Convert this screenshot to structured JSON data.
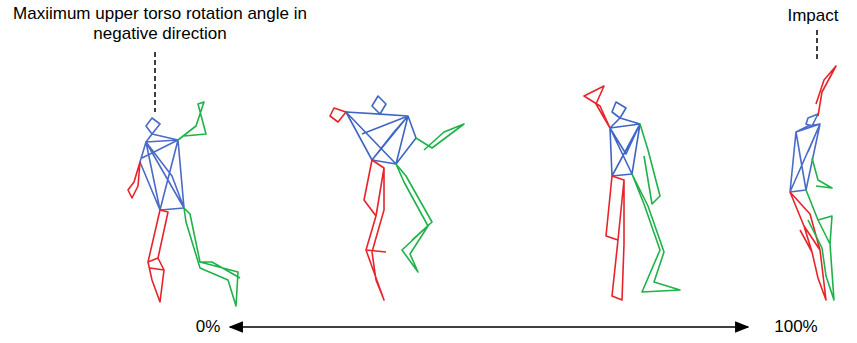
{
  "diagram": {
    "labels": [
      "Maxiimum upper torso rotation angle in negative direction",
      "Impact",
      "0%",
      "100%"
    ]
  }
}
